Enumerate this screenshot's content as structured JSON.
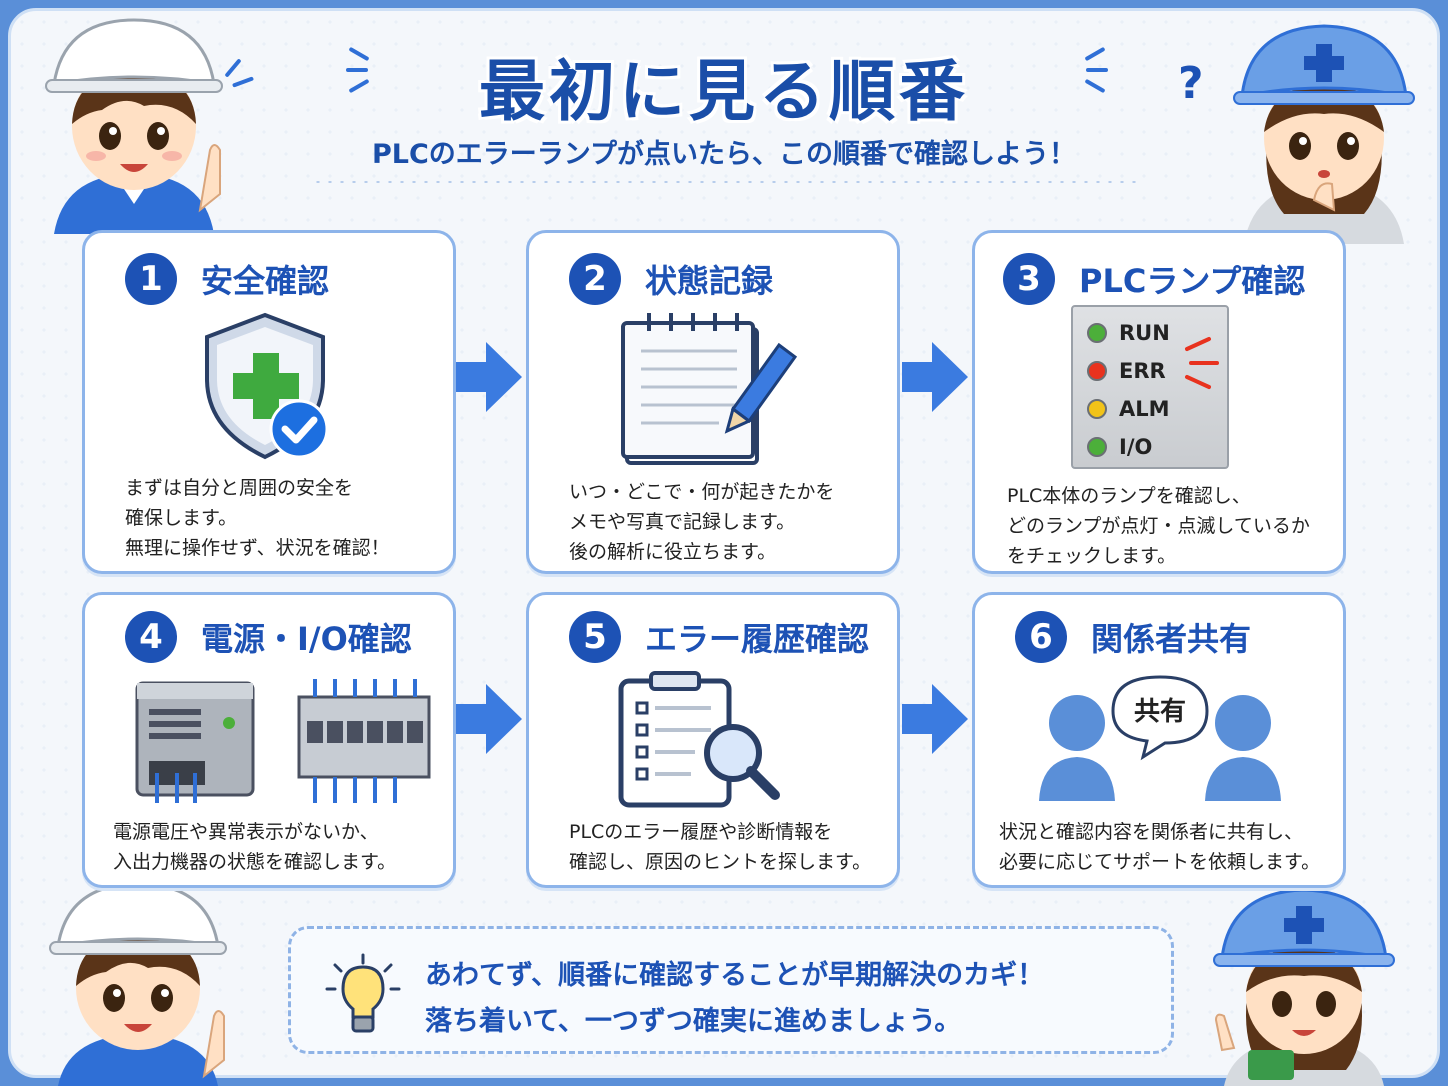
{
  "header": {
    "title": "最初に見る順番",
    "subtitle": "PLCのエラーランプが点いたら、この順番で確認しよう！"
  },
  "steps": [
    {
      "number": "1",
      "title": "安全確認",
      "icon": "shield-check-icon",
      "desc": "まずは自分と周囲の安全を\n確保します。\n無理に操作せず、状況を確認！"
    },
    {
      "number": "2",
      "title": "状態記録",
      "icon": "notepad-pencil-icon",
      "desc": "いつ・どこで・何が起きたかを\nメモや写真で記録します。\n後の解析に役立ちます。"
    },
    {
      "number": "3",
      "title": "PLCランプ確認",
      "icon": "plc-lamp-panel-icon",
      "desc": "PLC本体のランプを確認し、\nどのランプが点灯・点滅しているか\nをチェックします。",
      "lamps": [
        {
          "label": "RUN",
          "color": "#4caf3a"
        },
        {
          "label": "ERR",
          "color": "#e8321e"
        },
        {
          "label": "ALM",
          "color": "#f2c318"
        },
        {
          "label": "I/O",
          "color": "#4caf3a"
        }
      ]
    },
    {
      "number": "4",
      "title": "電源・I/O確認",
      "icon": "power-supply-terminal-icon",
      "desc": "電源電圧や異常表示がないか、\n入出力機器の状態を確認します。"
    },
    {
      "number": "5",
      "title": "エラー履歴確認",
      "icon": "clipboard-magnifier-icon",
      "desc": "PLCのエラー履歴や診断情報を\n確認し、原因のヒントを探します。"
    },
    {
      "number": "6",
      "title": "関係者共有",
      "icon": "people-share-icon",
      "bubble": "共有",
      "desc": "状況と確認内容を関係者に共有し、\n必要に応じてサポートを依頼します。"
    }
  ],
  "tip": {
    "icon": "light-bulb-icon",
    "line1": "あわてず、順番に確認することが早期解決のカギ！",
    "line2": "落ち着いて、一つずつ確実に進めましょう。"
  },
  "colors": {
    "primary": "#1d52b5",
    "arrow": "#3b7be0",
    "card_border": "#8db4ea",
    "background": "#f4f7fb"
  }
}
